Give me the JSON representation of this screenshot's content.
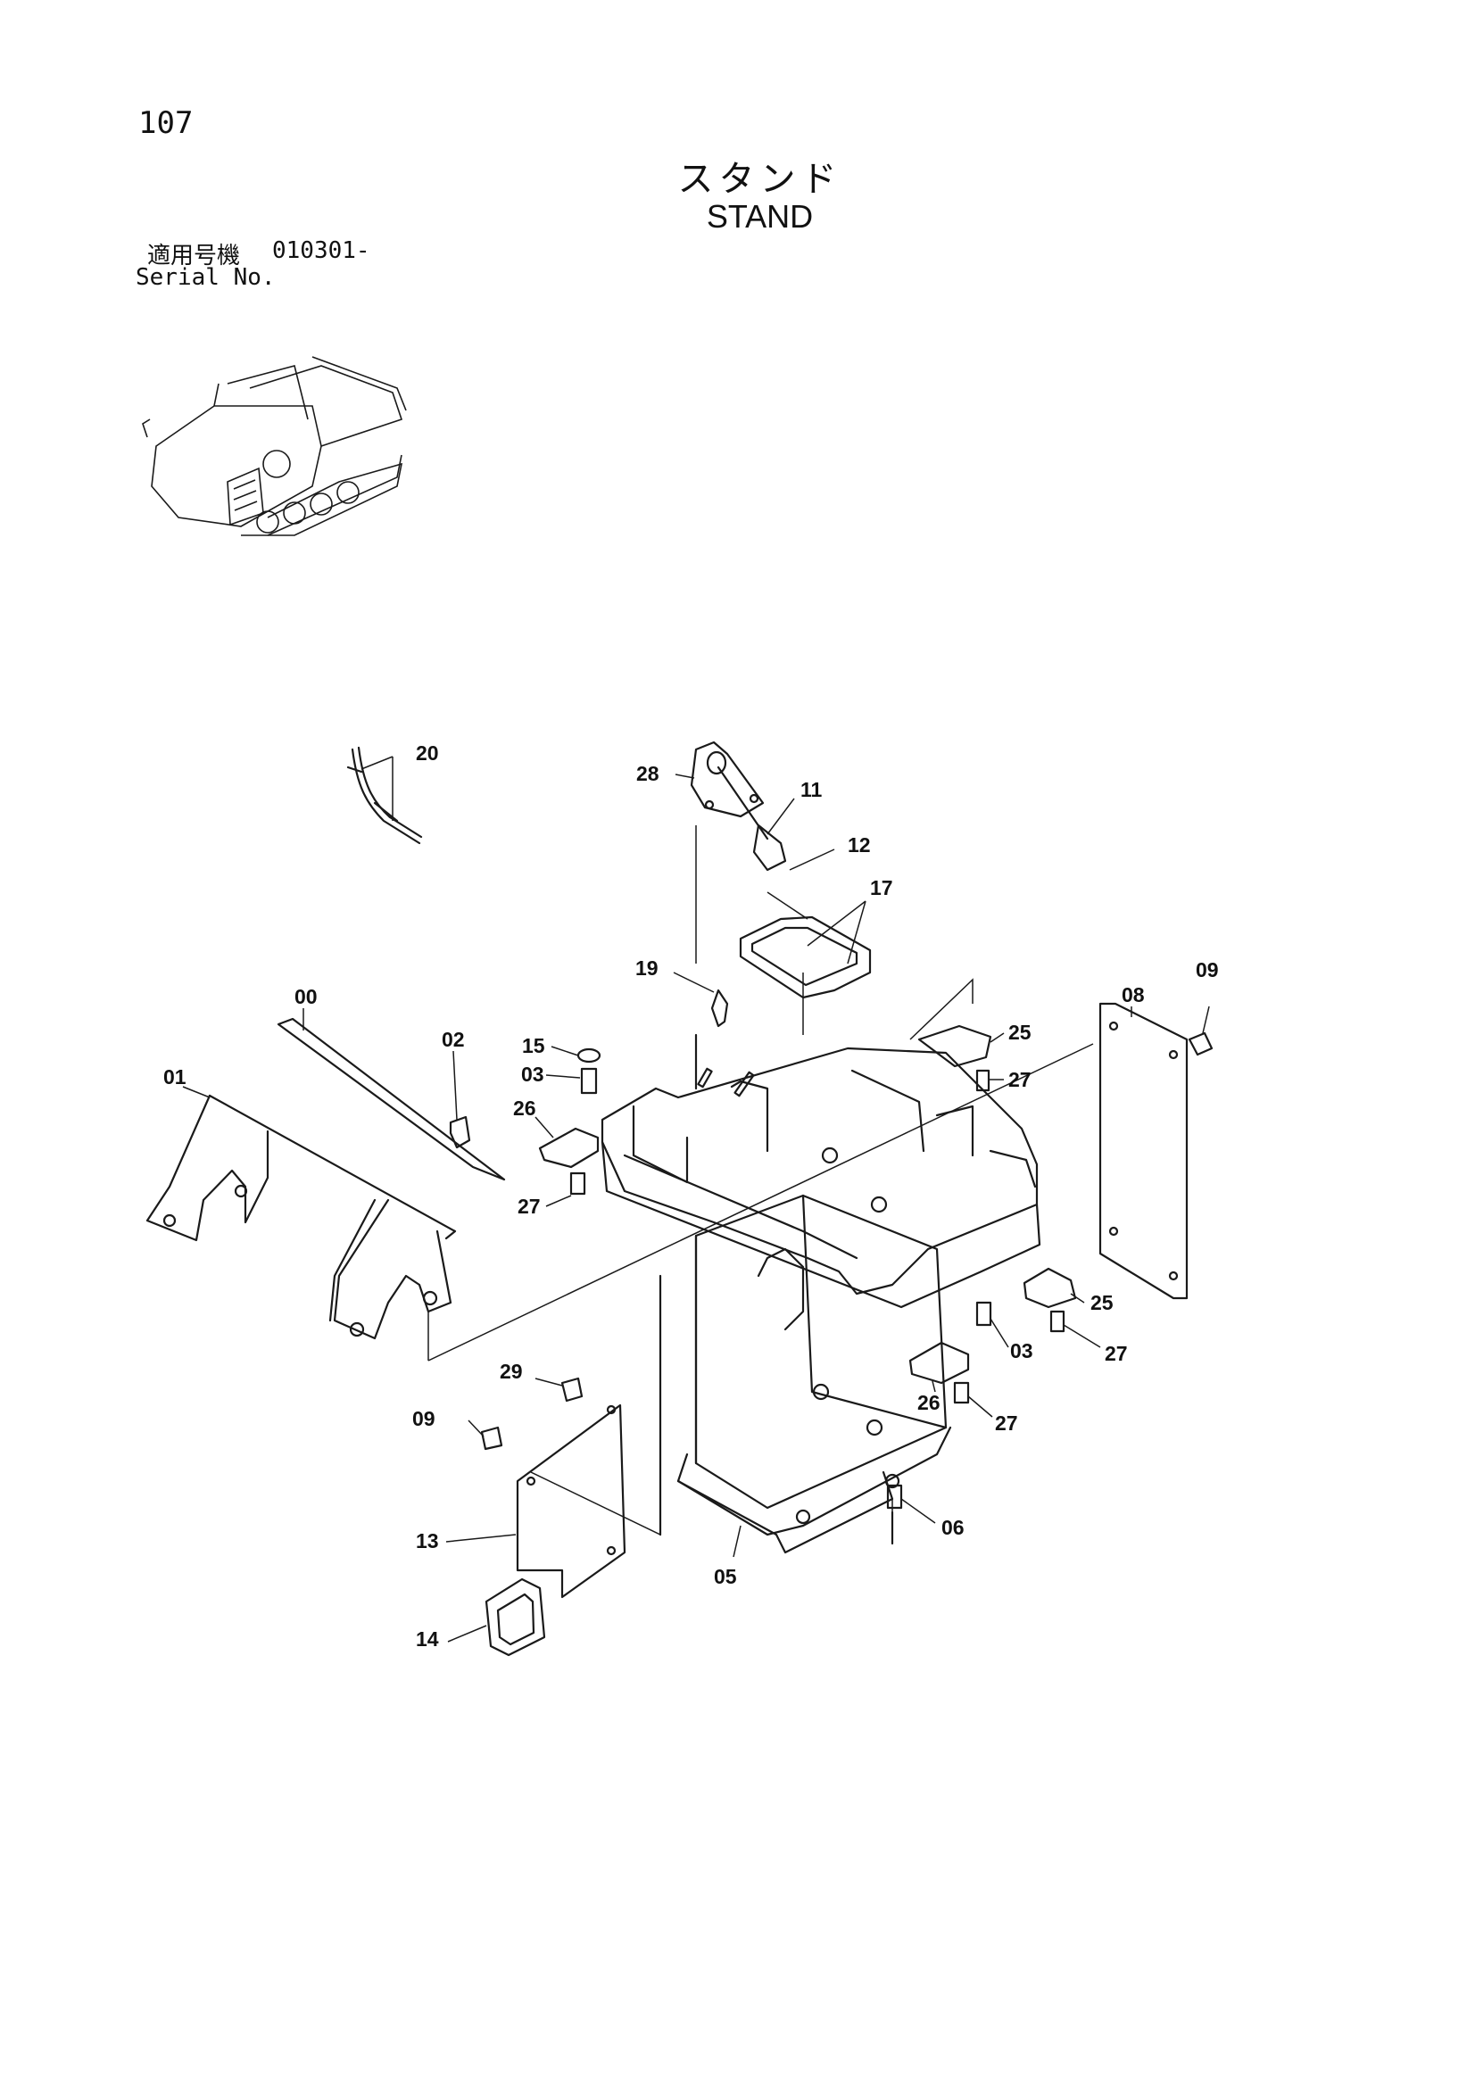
{
  "page_number": "107",
  "title": {
    "jp": "スタンド",
    "en": "STAND"
  },
  "serial": {
    "label_jp": "適用号機",
    "number": "010301-",
    "label_en": "Serial No."
  },
  "callouts": [
    "20",
    "28",
    "11",
    "12",
    "17",
    "19",
    "00",
    "02",
    "15",
    "03",
    "26",
    "27",
    "25",
    "27",
    "08",
    "09",
    "01",
    "25",
    "27",
    "03",
    "26",
    "27",
    "29",
    "09",
    "13",
    "05",
    "06",
    "14"
  ]
}
